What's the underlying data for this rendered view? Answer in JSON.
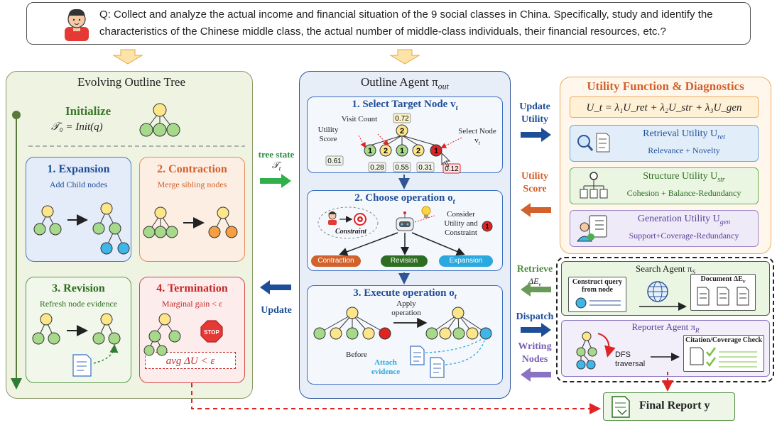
{
  "question": {
    "text": "Q: Collect and analyze the actual income and financial situation of the 9 social classes in China. Specifically, study and identify the characteristics of the Chinese middle class, the actual number of middle-class individuals, their financial resources, etc.?"
  },
  "left_panel": {
    "title": "Evolving Outline Tree",
    "init_title": "Initialize",
    "init_formula": "𝒯₀ = Init(q)",
    "ops": [
      {
        "title": "1. Expansion",
        "desc": "Add Child nodes"
      },
      {
        "title": "2. Contraction",
        "desc": "Merge sibling nodes"
      },
      {
        "title": "3. Revision",
        "desc": "Refresh node evidence"
      },
      {
        "title": "4. Termination",
        "desc": "Marginal gain < ε",
        "formula": "avg ΔU < ε",
        "stop_label": "STOP"
      }
    ]
  },
  "middle_panel": {
    "title": "Outline Agent π",
    "title_sub": "out",
    "step1": {
      "title": "1. Select Target Node v",
      "title_sub": "t",
      "visit_count_label": "Visit Count",
      "utility_score_label": "Utility Score",
      "select_node_label": "Select Node v",
      "select_node_sub": "t",
      "root_count": "2",
      "root_score": "0.72",
      "child_counts": [
        "1",
        "2",
        "1",
        "2",
        "1"
      ],
      "child_scores": [
        "0.61",
        "0.28",
        "0.55",
        "0.31",
        "0.12"
      ]
    },
    "step2": {
      "title": "2. Choose operation o",
      "title_sub": "t",
      "constraint_label": "Constraint",
      "consider_label": "Consider Utility and Constraint",
      "ops": [
        "Contraction",
        "Revision",
        "Expansion"
      ]
    },
    "step3": {
      "title": "3. Execute operation o",
      "title_sub": "t",
      "apply_label": "Apply operation",
      "before_label": "Before",
      "attach_label": "Attach evidence"
    }
  },
  "connectors": {
    "tree_state": "tree state",
    "tree_state_sym": "𝒯",
    "tree_state_sub": "t",
    "update": "Update",
    "update_utility": "Update Utility",
    "utility_score": "Utility Score",
    "retrieve": "Retrieve",
    "retrieve_sym": "ΔE",
    "retrieve_sub": "v",
    "dispatch": "Dispatch",
    "writing_nodes": "Writing Nodes"
  },
  "right_panel": {
    "title": "Utility Function & Diagnostics",
    "formula": "U_t = λ₁U_ret + λ₂U_str + λ₃U_gen",
    "retrieval": {
      "title": "Retrieval Utility U",
      "sub": "ret",
      "desc": "Relevance + Novelty"
    },
    "structure": {
      "title": "Structure Utility U",
      "sub": "str",
      "desc": "Cohesion + Balance-Redundancy"
    },
    "generation": {
      "title": "Generation Utility U",
      "sub": "gen",
      "desc": "Support+Coverage-Redundancy"
    }
  },
  "search_agent": {
    "title": "Search Agent π",
    "title_sub": "S",
    "query_box": "Construct query from node",
    "doc_box": "Document ΔE",
    "doc_sub": "v"
  },
  "reporter_agent": {
    "title": "Reporter Agent π",
    "title_sub": "R",
    "dfs_label": "DFS traversal",
    "check_box": "Citation/Coverage Check"
  },
  "final_report": {
    "label": "Final Report y"
  },
  "colors": {
    "yellow_node": "#fde68a",
    "green_node": "#a7d98b",
    "orange_node": "#f59e42",
    "blue_node": "#3fb6e8",
    "red_node": "#e02424",
    "left_bg": "#eef3e2",
    "middle_bg": "#e8eef8",
    "right_bg": "#fff7ec"
  }
}
